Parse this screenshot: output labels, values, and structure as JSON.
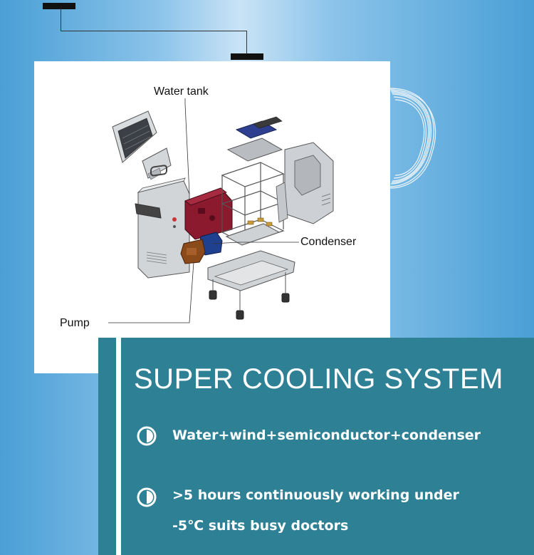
{
  "diagram": {
    "labels": {
      "water_tank": "Water tank",
      "condenser": "Condenser",
      "pump": "Pump"
    }
  },
  "info": {
    "headline": "SUPER COOLING SYSTEM",
    "features": [
      {
        "icon": "half-circle-icon",
        "lines": [
          "Water+wind+semiconductor+condenser"
        ]
      },
      {
        "icon": "half-circle-icon",
        "lines": [
          ">5 hours continuously working under",
          "-5℃ suits busy doctors"
        ]
      }
    ]
  },
  "colors": {
    "background_blue": "#4a9fd6",
    "panel_teal": "#2e8095",
    "tank_red": "#8b1a2e",
    "pump_brown": "#8b4a1a",
    "valve_blue": "#1f3f8f"
  }
}
